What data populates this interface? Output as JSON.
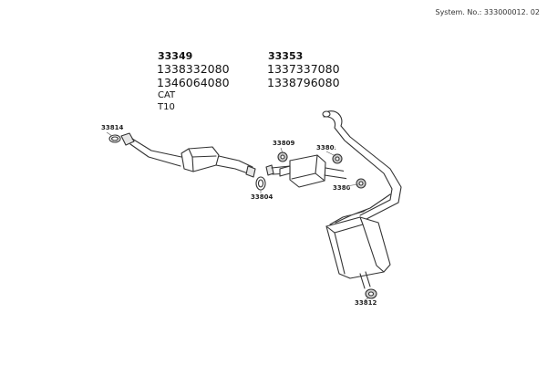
{
  "header": {
    "system_number": "System. No.: 333000012. 02"
  },
  "groups": [
    {
      "title": "33349",
      "parts": [
        "1338332080",
        "1346064080"
      ],
      "notes": [
        "CAT",
        "T10"
      ]
    },
    {
      "title": "33353",
      "parts": [
        "1337337080",
        "1338796080"
      ]
    }
  ],
  "callouts": {
    "c1": "33814",
    "c2": "33809",
    "c3": "33809",
    "c4": "33804",
    "c5": "33809",
    "c6": "33812"
  },
  "colors": {
    "stroke": "#333333",
    "fill": "#ffffff",
    "shade": "#e6e6e6"
  }
}
